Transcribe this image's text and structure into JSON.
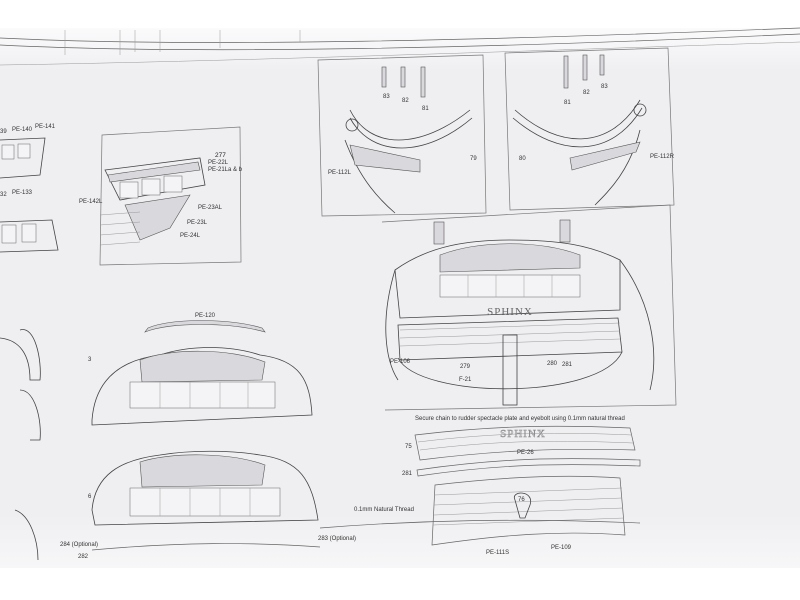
{
  "sheet": {
    "paper_color": "#efeef1",
    "line_color": "#555555",
    "upper_left": {
      "labels": [
        "39",
        "PE-140",
        "PE-141",
        "32",
        "PE-133"
      ]
    },
    "quarter_gallery_detail": {
      "labels": [
        "277",
        "PE-22L",
        "PE-21La & b",
        "PE-142L",
        "PE-23AL",
        "PE-23L",
        "PE-24L"
      ]
    },
    "bow_left": {
      "labels": [
        "83",
        "82",
        "81",
        "79",
        "PE-112L"
      ]
    },
    "bow_right": {
      "labels": [
        "81",
        "82",
        "83",
        "80",
        "PE-112R"
      ]
    },
    "stern_view": {
      "name_plate": "SPHINX",
      "labels": [
        "PE-106",
        "279",
        "280",
        "281",
        "F-21"
      ],
      "note": "Secure chain to rudder spectacle plate and eyebolt using 0.1mm natural thread"
    },
    "transom_parts": {
      "name_plate": "SPHINX",
      "labels": [
        "75",
        "PE-26",
        "281",
        "76",
        "0.1mm Natural Thread",
        "PE-111S",
        "PE-109"
      ]
    },
    "stern_galleries": {
      "labels": [
        "PE-120",
        "3",
        "6",
        "284 (Optional)",
        "283 (Optional)",
        "282"
      ]
    }
  }
}
